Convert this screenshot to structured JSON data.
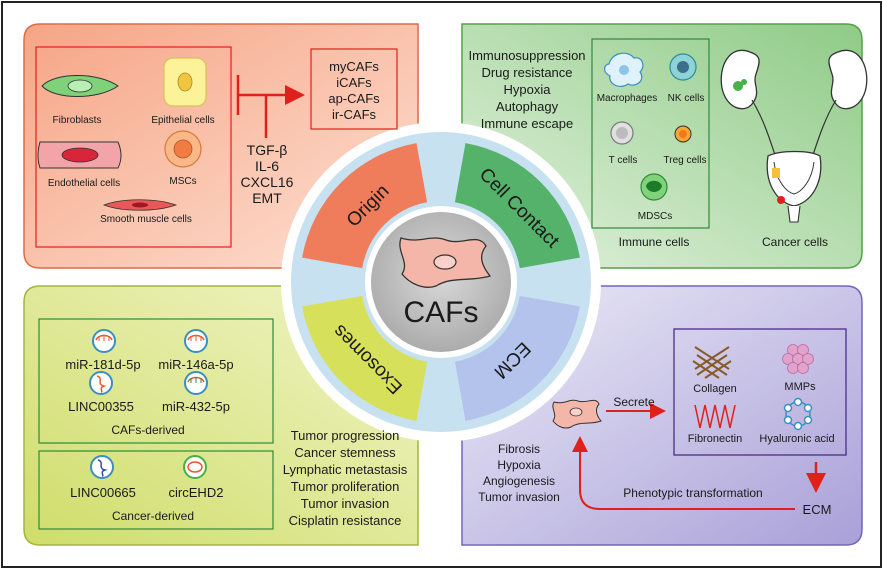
{
  "center": {
    "label": "CAFs"
  },
  "segments": {
    "origin": "Origin",
    "cell_contact": "Cell Contact",
    "exosomes": "Exosomes",
    "ecm": "ECM"
  },
  "origin_panel": {
    "cells": {
      "fibroblasts": "Fibroblasts",
      "epithelial": "Epithelial cells",
      "endothelial": "Endothelial cells",
      "mscs": "MSCs",
      "smooth_muscle": "Smooth muscle cells"
    },
    "factors": [
      "TGF-β",
      "IL-6",
      "CXCL16",
      "EMT"
    ],
    "subtypes": [
      "myCAFs",
      "iCAFs",
      "ap-CAFs",
      "ir-CAFs"
    ]
  },
  "contact_panel": {
    "functions": [
      "Immunosuppression",
      "Drug resistance",
      "Hypoxia",
      "Autophagy",
      "Immune escape"
    ],
    "immune_cells": {
      "macrophages": "Macrophages",
      "nk": "NK cells",
      "t": "T cells",
      "treg": "Treg cells",
      "mdscs": "MDSCs"
    },
    "immune_title": "Immune cells",
    "cancer_title": "Cancer cells"
  },
  "exosomes_panel": {
    "cafs_derived": [
      "miR-181d-5p",
      "miR-146a-5p",
      "LINC00355",
      "miR-432-5p"
    ],
    "cafs_title": "CAFs-derived",
    "cancer_derived": [
      "LINC00665",
      "circEHD2"
    ],
    "cancer_title": "Cancer-derived",
    "effects": [
      "Tumor progression",
      "Cancer stemness",
      "Lymphatic metastasis",
      "Tumor proliferation",
      "Tumor invasion",
      "Cisplatin resistance"
    ]
  },
  "ecm_panel": {
    "secrete": "Secrete",
    "components": {
      "collagen": "Collagen",
      "mmps": "MMPs",
      "fibronectin": "Fibronectin",
      "hyaluronic": "Hyaluronic acid"
    },
    "effects": [
      "Fibrosis",
      "Hypoxia",
      "Angiogenesis",
      "Tumor invasion"
    ],
    "transformation": "Phenotypic transformation",
    "ecm": "ECM"
  },
  "colors": {
    "origin_bg": "#f7b79a",
    "contact_bg": "#a9d7a0",
    "exosomes_bg": "#d8e48a",
    "ecm_bg": "#c5c0e3",
    "arrow_red": "#e0201b"
  }
}
